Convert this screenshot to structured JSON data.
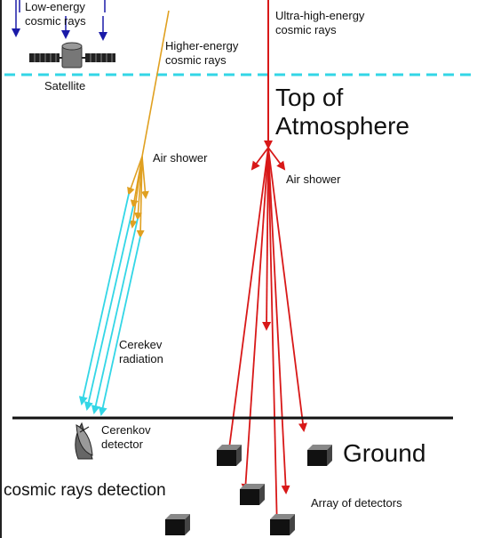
{
  "labels": {
    "low_energy": [
      "Low-energy",
      "cosmic rays"
    ],
    "satellite": "Satellite",
    "higher_energy": [
      "Higher-energy",
      "cosmic rays"
    ],
    "ultra_high": [
      "Ultra-high-energy",
      "cosmic rays"
    ],
    "top_atmosphere": [
      "Top of",
      "Atmosphere"
    ],
    "air_shower_left": "Air shower",
    "air_shower_right": "Air shower",
    "cerenkov_radiation": [
      "Cerekev",
      "radiation"
    ],
    "cerenkov_detector": [
      "Cerenkov",
      "detector"
    ],
    "ground": "Ground",
    "title": "cosmic rays detection",
    "array": "Array of detectors"
  },
  "colors": {
    "low_energy_rays": "#1a1aa8",
    "higher_energy_ray": "#e0a020",
    "cerenkov": "#33d6e6",
    "ultra_ray": "#d81818",
    "atmosphere_line": "#33d6e6",
    "ground": "#111111",
    "detector": "#1a1a1a"
  },
  "icons": [
    "satellite-icon",
    "dish-antenna-icon",
    "detector-box-icon"
  ]
}
